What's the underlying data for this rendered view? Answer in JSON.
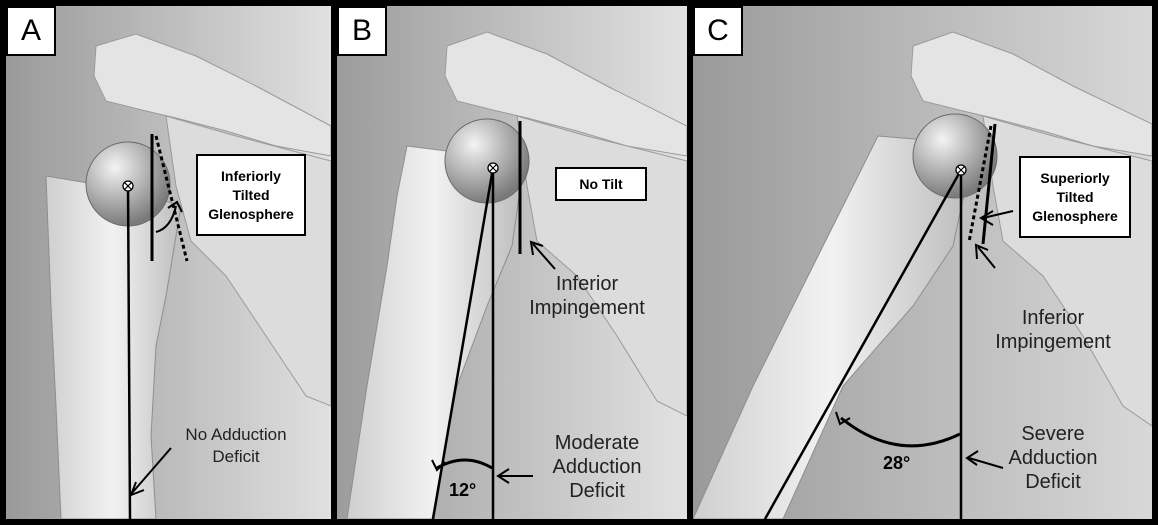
{
  "colors": {
    "background_gradient": [
      "#9a9a9a",
      "#e2e2e2"
    ],
    "bone": "#dedede",
    "border": "#000000"
  },
  "panels": [
    {
      "label": "A",
      "callout": [
        "Inferiorly",
        "Tilted",
        "Glenosphere"
      ],
      "note": [
        "No Adduction",
        "Deficit"
      ],
      "impingement": null,
      "adduction": null,
      "angle": null
    },
    {
      "label": "B",
      "callout": [
        "No Tilt"
      ],
      "note": null,
      "impingement": [
        "Inferior",
        "Impingement"
      ],
      "adduction": [
        "Moderate",
        "Adduction",
        "Deficit"
      ],
      "angle": "12°"
    },
    {
      "label": "C",
      "callout": [
        "Superiorly",
        "Tilted",
        "Glenosphere"
      ],
      "note": null,
      "impingement": [
        "Inferior",
        "Impingement"
      ],
      "adduction": [
        "Severe",
        "Adduction",
        "Deficit"
      ],
      "angle": "28°"
    }
  ]
}
